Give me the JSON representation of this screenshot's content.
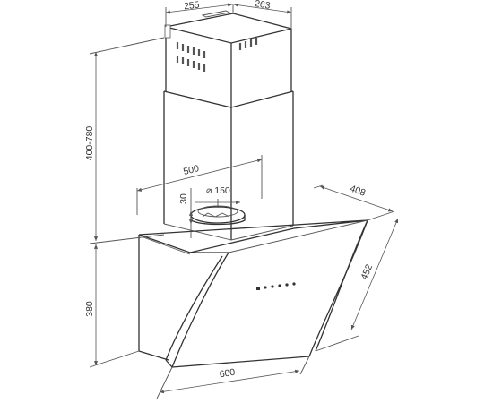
{
  "dimensions": {
    "chimney_width": "255",
    "chimney_depth": "263",
    "chimney_height": "400-780",
    "hood_height": "380",
    "bracket_width": "500",
    "outlet_offset": "30",
    "outlet_diameter": "⌀ 150",
    "hood_depth": "408",
    "panel_length": "452",
    "hood_width": "600"
  },
  "control_panel": {
    "button_count": 5
  },
  "colors": {
    "line": "#333333",
    "dimension_line": "#555555",
    "background": "#ffffff"
  }
}
